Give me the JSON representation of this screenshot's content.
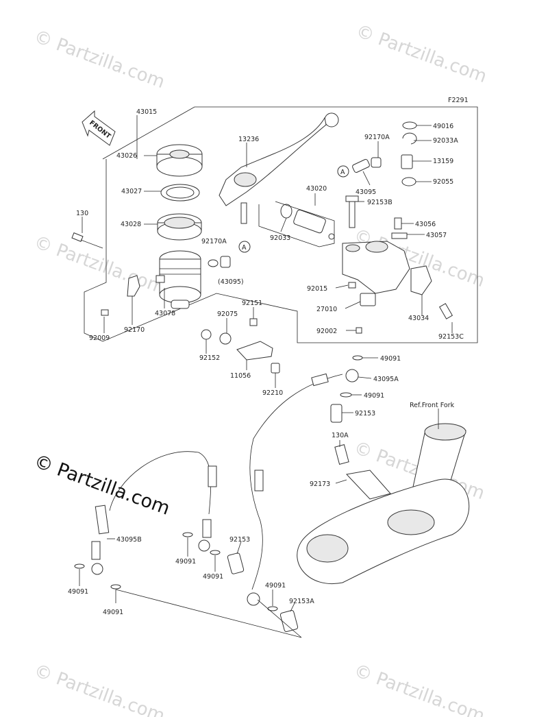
{
  "figure_code": "F2291",
  "watermark": "© Partzilla.com",
  "front_label": "FRONT",
  "ref_label": "Ref.Front Fork",
  "callout_a": "A",
  "labels": {
    "p43015": "43015",
    "p43026": "43026",
    "p43027": "43027",
    "p43028": "43028",
    "p130": "130",
    "p92170A_left": "92170A",
    "p43095_paren": "(43095)",
    "p43078": "43078",
    "p92009": "92009",
    "p92170": "92170",
    "p13236": "13236",
    "p43020": "43020",
    "p92033": "92033",
    "p92170A_right": "92170A",
    "p43095": "43095",
    "p49016": "49016",
    "p92033A": "92033A",
    "p13159": "13159",
    "p92055": "92055",
    "p92153B": "92153B",
    "p43056": "43056",
    "p43057": "43057",
    "p92015": "92015",
    "p27010": "27010",
    "p92002": "92002",
    "p43034": "43034",
    "p92153C": "92153C",
    "p92151": "92151",
    "p92075": "92075",
    "p92152": "92152",
    "p11056": "11056",
    "p92210": "92210",
    "p49091_a": "49091",
    "p43095A": "43095A",
    "p49091_b": "49091",
    "p92153_a": "92153",
    "p130A": "130A",
    "p92173": "92173",
    "p43095B": "43095B",
    "p49091_c": "49091",
    "p49091_d": "49091",
    "p92153_b": "92153",
    "p49091_e": "49091",
    "p49091_f": "49091",
    "p49091_g": "49091",
    "p92153A": "92153A"
  }
}
